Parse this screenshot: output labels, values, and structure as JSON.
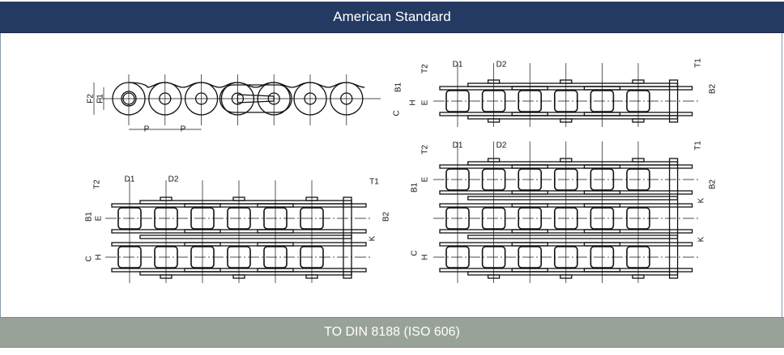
{
  "header": {
    "title": "American Standard"
  },
  "footer": {
    "text": "TO DIN 8188 (ISO 606)"
  },
  "diagrams": {
    "side_view": {
      "labels": {
        "f2": "F2",
        "f1": "F1",
        "p1": "P",
        "p2": "P"
      }
    },
    "duplex": {
      "labels": {
        "d1": "D1",
        "d2": "D2",
        "t2": "T2",
        "t1": "T1",
        "b1": "B1",
        "e": "E",
        "b2": "B2",
        "k": "K",
        "c": "C",
        "h": "H"
      }
    },
    "simplex": {
      "labels": {
        "d1": "D1",
        "d2": "D2",
        "t2": "T2",
        "t1": "T1",
        "b1": "B1",
        "e": "E",
        "h": "H",
        "c": "C",
        "b2": "B2"
      }
    },
    "triplex": {
      "labels": {
        "d1": "D1",
        "d2": "D2",
        "t2": "T2",
        "t1": "T1",
        "b1": "B1",
        "e": "E",
        "k1": "K",
        "b2": "B2",
        "k2": "K",
        "c": "C",
        "h": "H"
      }
    }
  }
}
